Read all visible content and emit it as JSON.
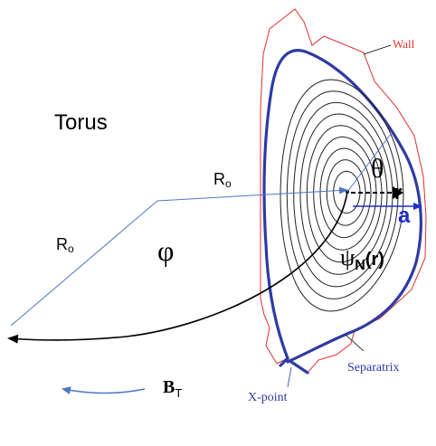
{
  "labels": {
    "torus": "Torus",
    "r0_top": "R",
    "r0_top_sub": "o",
    "r0_left": "R",
    "r0_left_sub": "o",
    "phi": "φ",
    "theta": "θ",
    "r": "r",
    "a": "a",
    "psi": "ψ",
    "psi_sub": "N",
    "psi_arg": "(r)",
    "bt": "B",
    "bt_sub": "T",
    "wall": "Wall",
    "separatrix": "Separatrix",
    "xpoint": "X-point"
  },
  "colors": {
    "wall": "#e03030",
    "separatrix": "#2f3aa3",
    "flux": "#222222",
    "radius_line": "#4a78c8",
    "a_arrow": "#1f2fc8",
    "label_blue": "#2f3aa3",
    "text": "#000000",
    "bt_arrow": "#4a78c8"
  },
  "flux_surface_count": 9
}
